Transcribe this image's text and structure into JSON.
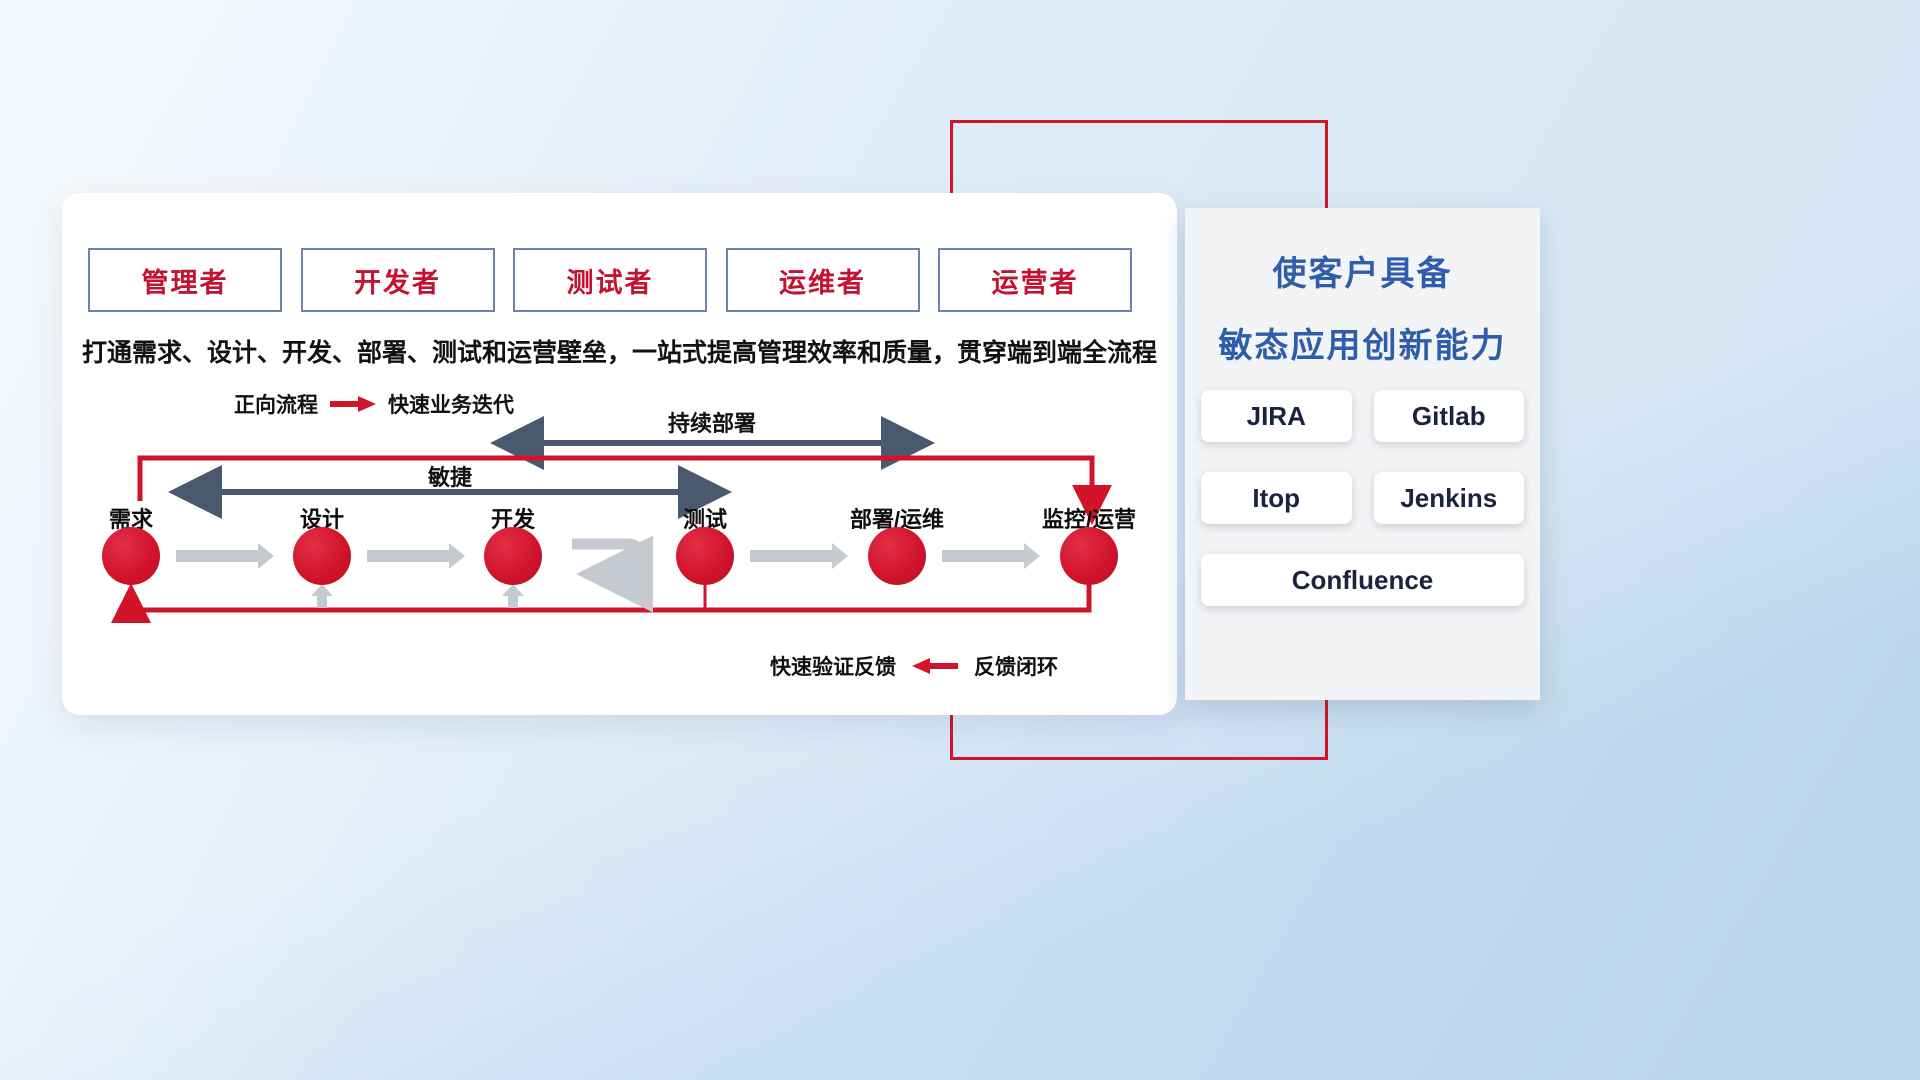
{
  "colors": {
    "red": "#d2142b",
    "title_blue": "#2f5cab",
    "arrow_dark": "#4a5a6e",
    "arrow_gray": "#c5cad1"
  },
  "card": {
    "roles": [
      "管理者",
      "开发者",
      "测试者",
      "运维者",
      "运营者"
    ],
    "subtitle": "打通需求、设计、开发、部署、测试和运营壁垒，一站式提高管理效率和质量，贯穿端到端全流程",
    "legend_forward": {
      "label": "正向流程",
      "value": "快速业务迭代"
    },
    "flow": {
      "cd_label": "持续部署",
      "agile_label": "敏捷",
      "stages": [
        "需求",
        "设计",
        "开发",
        "测试",
        "部署/运维",
        "监控/运营"
      ]
    },
    "legend_feedback": {
      "value": "快速验证反馈",
      "label": "反馈闭环"
    }
  },
  "panel": {
    "title_line1": "使客户具备",
    "title_line2": "敏态应用创新能力",
    "tools": [
      "JIRA",
      "Gitlab",
      "Itop",
      "Jenkins",
      "Confluence"
    ]
  }
}
